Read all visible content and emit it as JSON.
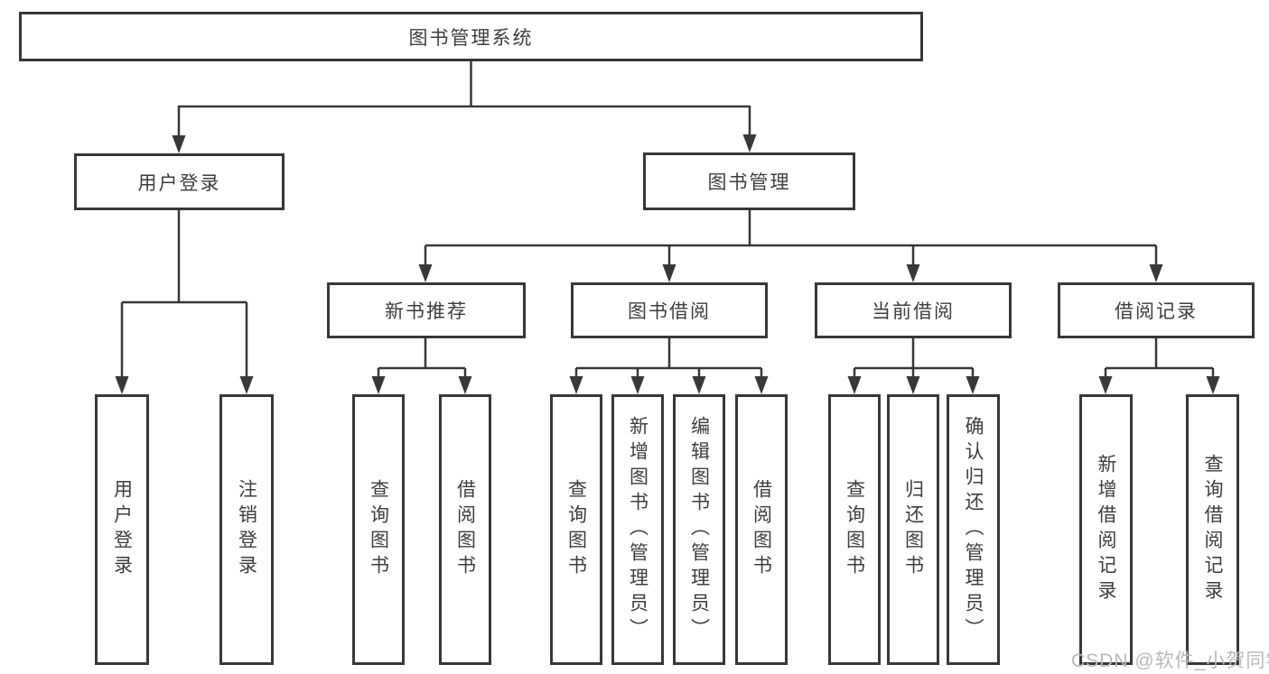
{
  "tree": {
    "root": {
      "label": "图书管理系统"
    },
    "children": [
      {
        "label": "用户登录",
        "children": [
          {
            "label": "用户登录"
          },
          {
            "label": "注销登录"
          }
        ]
      },
      {
        "label": "图书管理",
        "children": [
          {
            "label": "新书推荐",
            "children": [
              {
                "label": "查询图书"
              },
              {
                "label": "借阅图书"
              }
            ]
          },
          {
            "label": "图书借阅",
            "children": [
              {
                "label": "查询图书"
              },
              {
                "label": "新增图书（管理员）"
              },
              {
                "label": "编辑图书（管理员）"
              },
              {
                "label": "借阅图书"
              }
            ]
          },
          {
            "label": "当前借阅",
            "children": [
              {
                "label": "查询图书"
              },
              {
                "label": "归还图书"
              },
              {
                "label": "确认归还（管理员）"
              }
            ]
          },
          {
            "label": "借阅记录",
            "children": [
              {
                "label": "新增借阅记录"
              },
              {
                "label": "查询借阅记录"
              }
            ]
          }
        ]
      }
    ]
  },
  "watermark": {
    "text": "CSDN @软件_小贺同学"
  },
  "colors": {
    "line": "#383838",
    "text": "#3d3d3d",
    "watermark": "#b9b9b9",
    "background": "#ffffff"
  }
}
